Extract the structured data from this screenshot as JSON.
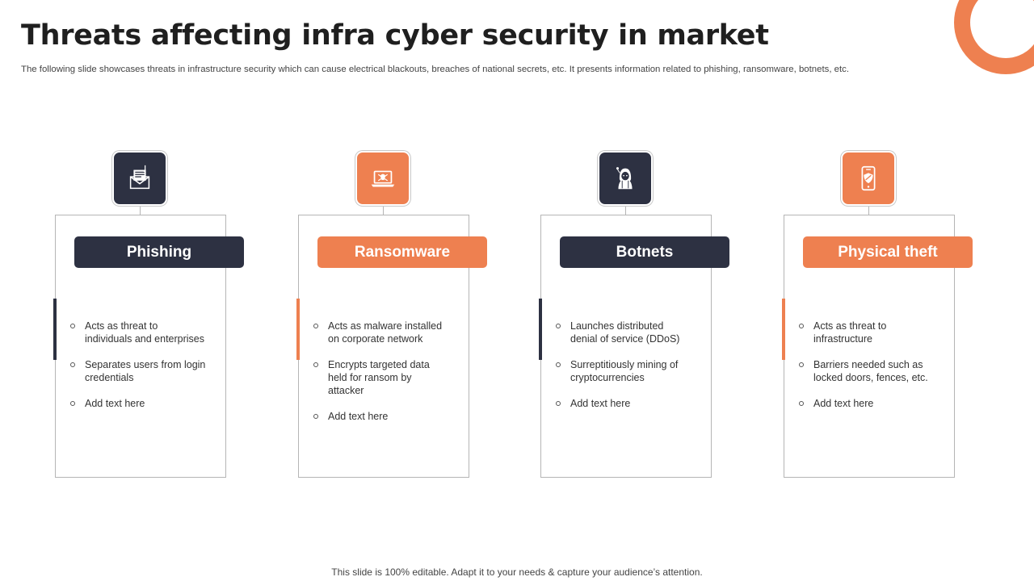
{
  "header": {
    "title": "Threats affecting infra cyber security in market",
    "subtitle": "The following slide showcases threats in infrastructure security which can cause electrical blackouts, breaches of national secrets, etc. It presents information related to phishing, ransomware, botnets, etc."
  },
  "colors": {
    "dark": "#2d3142",
    "orange": "#ee8050",
    "border": "#b5b5b5"
  },
  "threats": [
    {
      "label": "Phishing",
      "icon": "phishing-mail-icon",
      "theme": "dark",
      "bullets": [
        "Acts as threat to individuals and enterprises",
        "Separates users from login credentials",
        "Add text here"
      ]
    },
    {
      "label": "Ransomware",
      "icon": "ransomware-laptop-icon",
      "theme": "orange",
      "bullets": [
        "Acts as malware installed on corporate network",
        "Encrypts targeted data held for ransom by attacker",
        "Add text here"
      ]
    },
    {
      "label": "Botnets",
      "icon": "hacker-icon",
      "theme": "dark",
      "bullets": [
        "Launches distributed denial of service (DDoS)",
        "Surreptitiously mining of cryptocurrencies",
        "Add text here"
      ]
    },
    {
      "label": "Physical theft",
      "icon": "mobile-shield-icon",
      "theme": "orange",
      "bullets": [
        "Acts as threat to infrastructure",
        "Barriers needed such as locked doors, fences, etc.",
        "Add text here"
      ]
    }
  ],
  "footer": {
    "text": "This slide is 100% editable. Adapt it to your needs & capture your audience’s attention."
  }
}
